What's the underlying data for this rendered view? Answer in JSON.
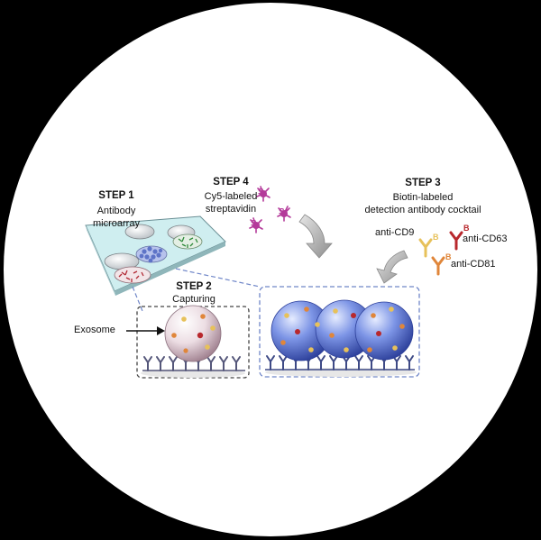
{
  "step1": {
    "title": "STEP 1",
    "line1": "Antibody",
    "line2": "microarray"
  },
  "step2": {
    "title": "STEP 2",
    "line1": "Capturing"
  },
  "step3": {
    "title": "STEP 3",
    "line1": "Biotin-labeled",
    "line2": "detection antibody cocktail"
  },
  "step4": {
    "title": "STEP 4",
    "line1": "Cy5-labeled",
    "line2": "streptavidin"
  },
  "exosome_label": "Exosome",
  "antibodies": [
    "anti-CD9",
    "anti-CD63",
    "anti-CD81"
  ],
  "biotin_mark": "B",
  "streptavidin_mark": "S",
  "colors": {
    "disc": "#ffffff",
    "background": "#000000",
    "slide": "#cfeef0",
    "exosome_blue": "#5a78d8",
    "exosome_pink": "#e8d7de",
    "dashed_box": "#6f86c8",
    "strep_magenta": "#b43a9a",
    "ab_cd9": "#e7c15a",
    "ab_cd63": "#b8282d",
    "ab_cd81": "#e0863a",
    "capture_ab": "#3e4a86"
  }
}
